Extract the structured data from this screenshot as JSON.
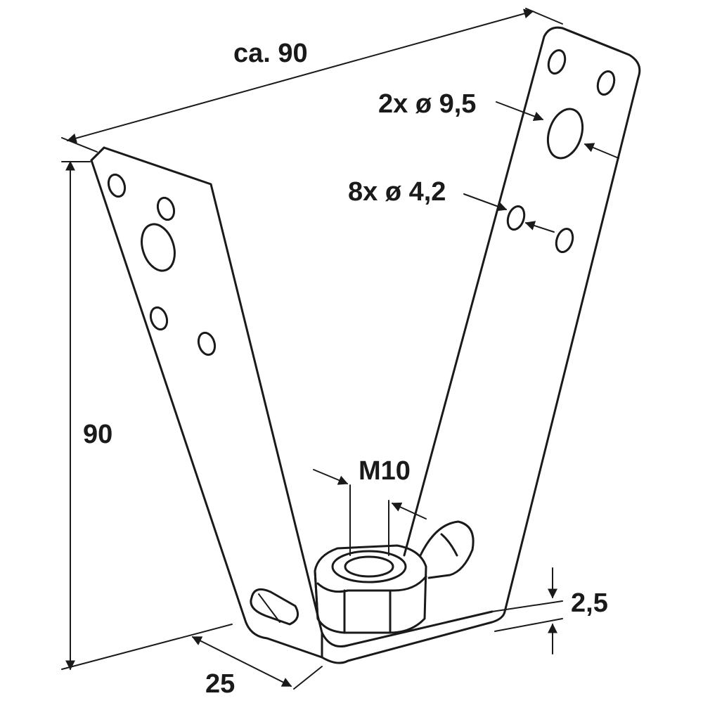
{
  "dimensions": {
    "overall_width": "ca. 90",
    "height": "90",
    "depth": "25",
    "thickness": "2,5",
    "large_holes": "2x ø 9,5",
    "small_holes": "8x ø 4,2",
    "thread": "M10"
  },
  "colors": {
    "line": "#1a1a1a",
    "background": "#ffffff"
  }
}
